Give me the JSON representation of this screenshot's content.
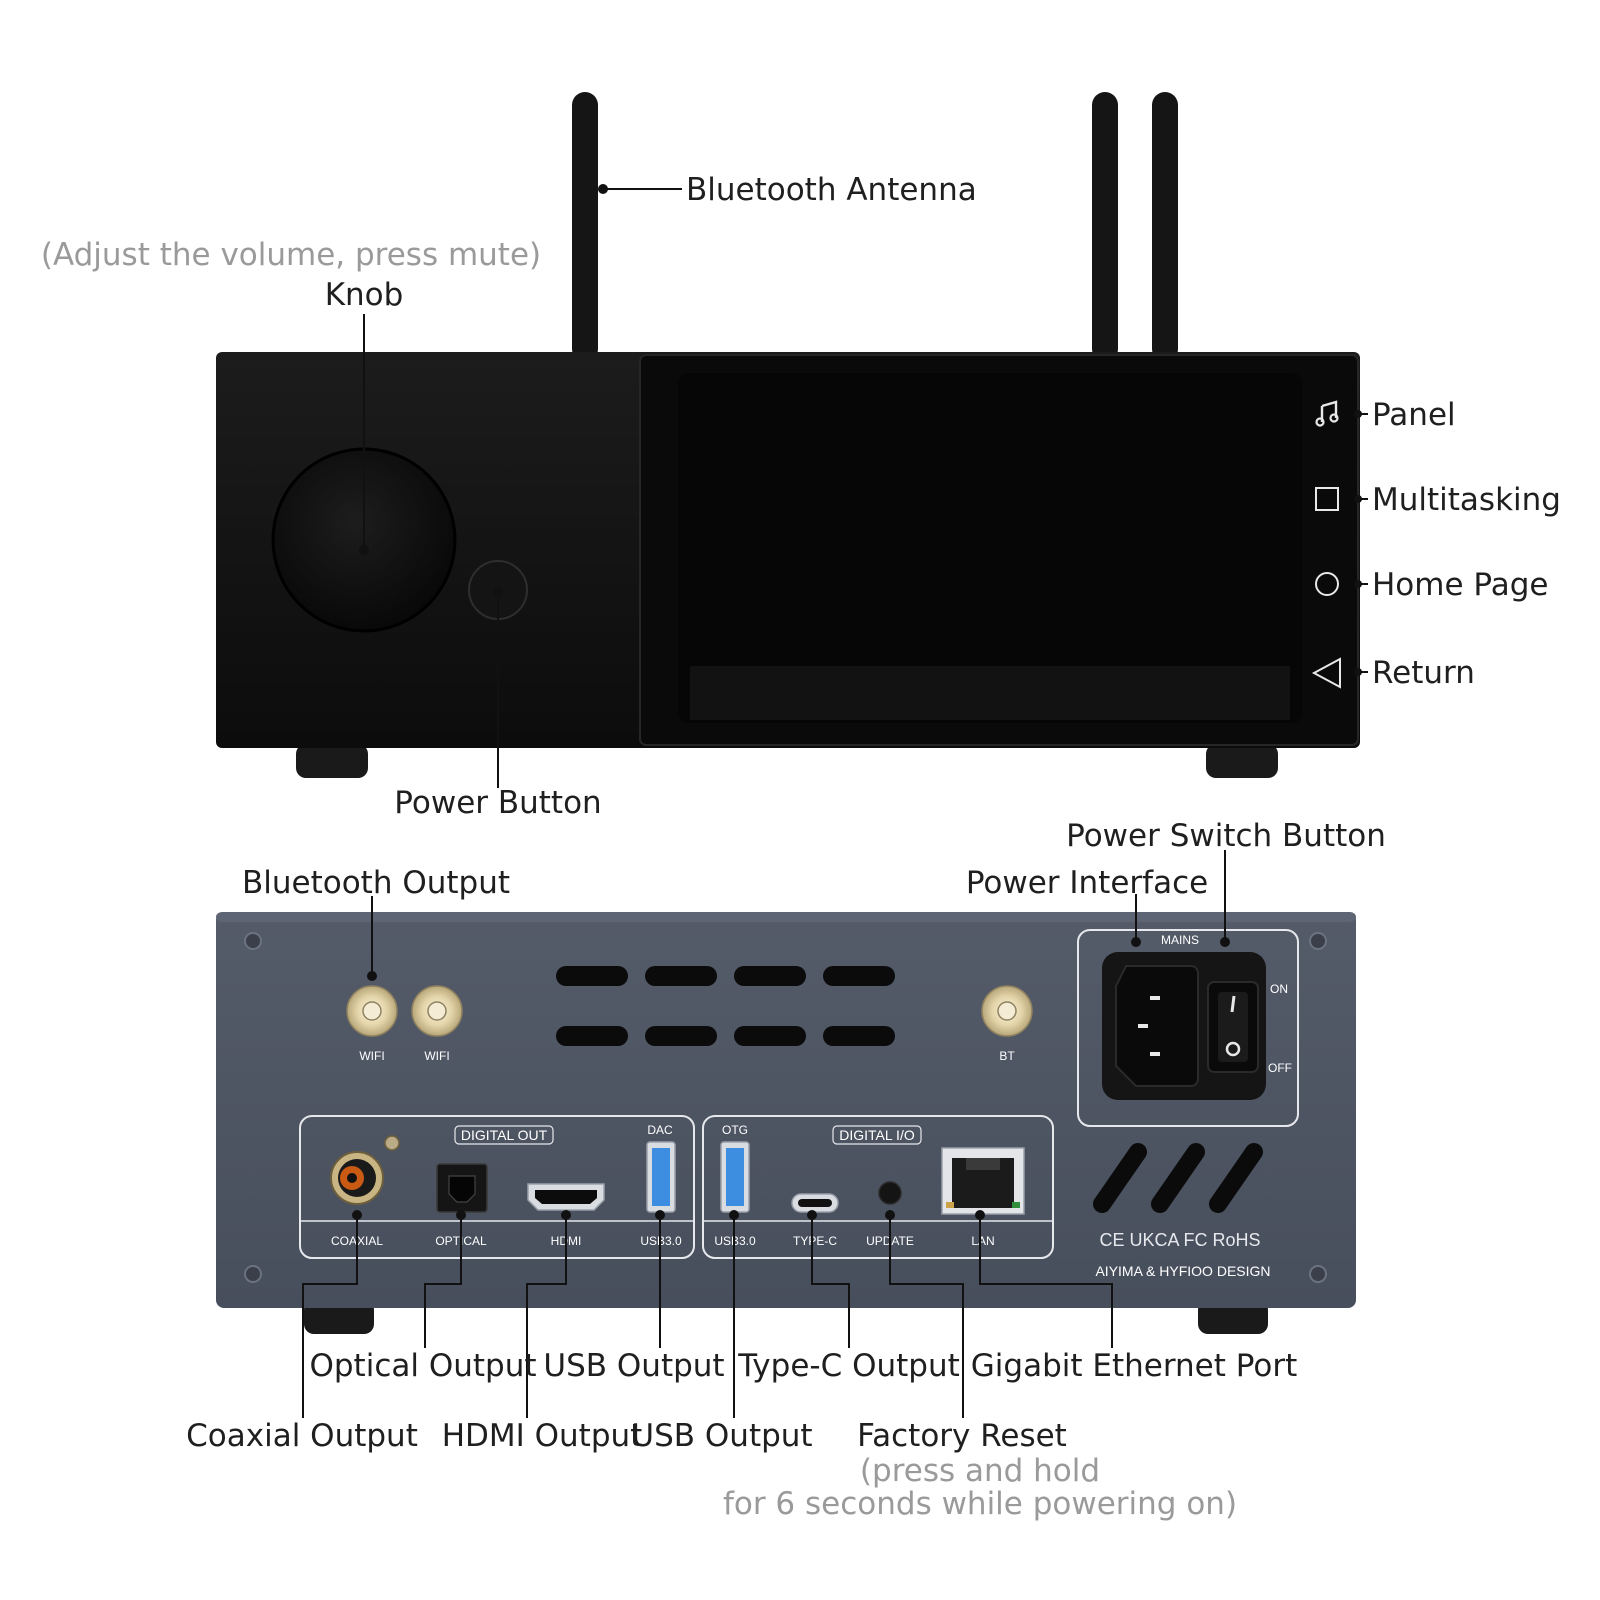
{
  "front_labels": {
    "bluetooth_antenna": "Bluetooth Antenna",
    "knob_hint": "(Adjust the volume, press mute)",
    "knob": "Knob",
    "power_button": "Power Button",
    "panel": "Panel",
    "multitasking": "Multitasking",
    "home_page": "Home Page",
    "return": "Return"
  },
  "rear_labels": {
    "bluetooth_output": "Bluetooth Output",
    "power_switch_button": "Power Switch Button",
    "power_interface": "Power Interface",
    "optical_output": "Optical Output",
    "usb_output_dac": "USB Output",
    "type_c_output": "Type-C Output",
    "gigabit_ethernet_port": "Gigabit Ethernet Port",
    "coaxial_output": "Coaxial Output",
    "hdmi_output": "HDMI Output",
    "usb_output_otg": "USB Output",
    "factory_reset": "Factory Reset",
    "factory_reset_note_1": "(press and hold",
    "factory_reset_note_2": "for 6 seconds while powering on)"
  },
  "panel_markings": {
    "wifi_1": "WIFI",
    "wifi_2": "WIFI",
    "bt": "BT",
    "mains": "MAINS",
    "on": "ON",
    "off": "OFF",
    "digital_out": "DIGITAL OUT",
    "digital_io": "DIGITAL I/O",
    "dac": "DAC",
    "otg": "OTG",
    "coaxial": "COAXIAL",
    "optical": "OPTICAL",
    "hdmi": "HDMI",
    "usb30_dac": "USB3.0",
    "usb30_otg": "USB3.0",
    "type_c": "TYPE-C",
    "update": "UPDATE",
    "lan": "LAN",
    "certifications": "CE UKCA FC RoHS",
    "brand": "AIYIMA & HYFIOO DESIGN"
  },
  "colors": {
    "front_body": "#121212",
    "screen": "#060606",
    "rear_body": "#4a5160",
    "leader": "#111111",
    "label_text": "#1f1f1f",
    "hint_text": "#9a9a9a",
    "usb_blue": "#3d8ee0",
    "gold_connector": "#d8c9a0"
  },
  "icons": {
    "panel": "music-note-icon",
    "multitasking": "square-icon",
    "home_page": "circle-icon",
    "return": "triangle-back-icon"
  }
}
